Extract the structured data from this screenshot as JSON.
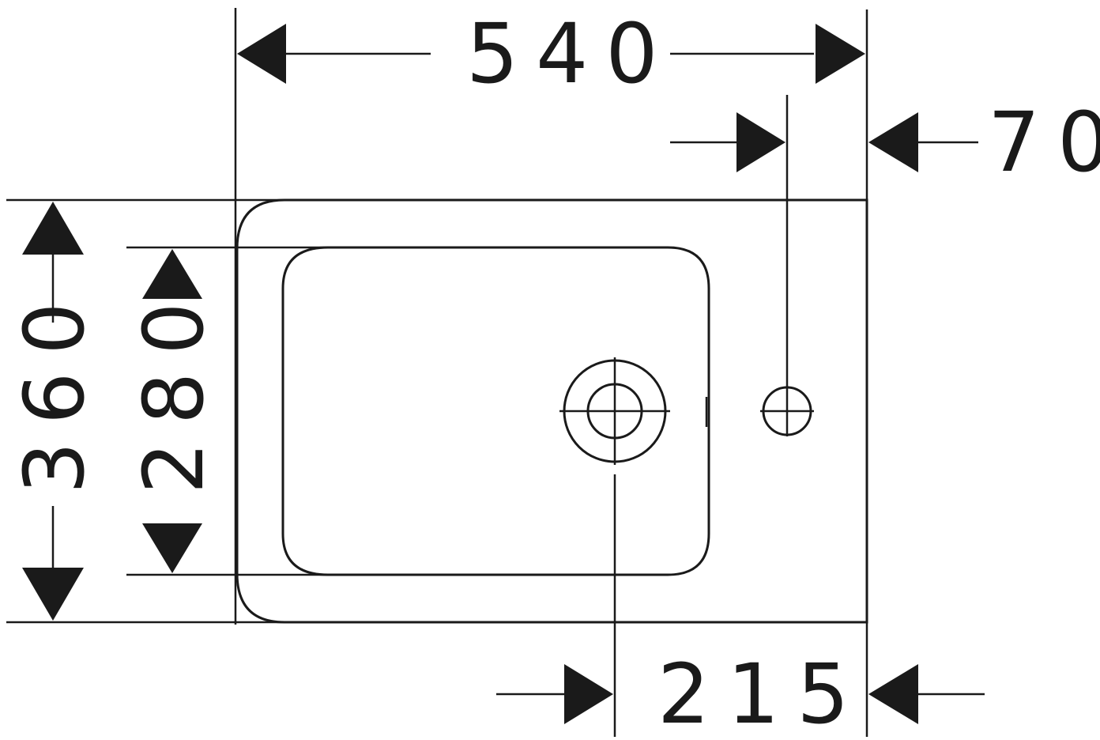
{
  "dimensions": {
    "overall_width": "540",
    "tap_offset": "70",
    "overall_depth": "360",
    "bowl_depth": "280",
    "drain_offset": "215"
  }
}
